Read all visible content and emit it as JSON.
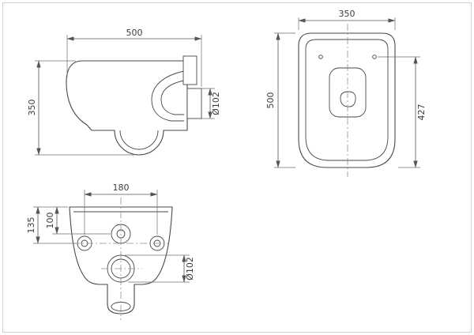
{
  "drawing": {
    "subject": "wall-hung-toilet-dimension-drawing",
    "colors": {
      "background": "#ffffff",
      "outline": "#474747",
      "dimension": "#555555",
      "centerline": "#8f8f8f",
      "frame": "#cdd2d6"
    },
    "views": {
      "side": {
        "dim_depth": "500",
        "dim_height": "350",
        "dim_outlet": "Ø102"
      },
      "plan": {
        "dim_width": "350",
        "dim_length": "500",
        "dim_hinge_front": "427"
      },
      "rear": {
        "dim_hole_spacing": "180",
        "dim_fixing_height": "135",
        "dim_inlet_height": "100",
        "dim_outlet": "Ø102"
      }
    }
  }
}
